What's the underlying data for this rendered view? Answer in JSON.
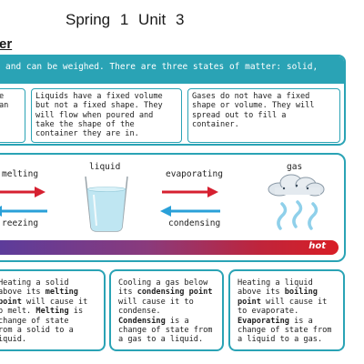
{
  "header": {
    "title": "Spring 1   Unit 3"
  },
  "section": {
    "title": "er"
  },
  "states_box": {
    "banner": "and can be weighed. There are three states of matter: solid,",
    "cells": {
      "solid": [
        "e",
        "an"
      ],
      "liquid": [
        "Liquids have a fixed volume",
        "but not a fixed shape. They",
        "will flow when poured and",
        "take the shape of the",
        "container they are in."
      ],
      "gas": [
        "Gases do not have a fixed",
        "shape or volume. They will",
        "spread out to fill a container."
      ]
    }
  },
  "diagram": {
    "labels": {
      "melting": "melting",
      "freezing": "reezing",
      "liquid": "liquid",
      "evaporating": "evaporating",
      "condensing": "condensing",
      "gas": "gas"
    },
    "hot_label": "hot",
    "colors": {
      "arrow_right": "#d62030",
      "arrow_left": "#2aa0d8",
      "accent": "#2aa3b5"
    }
  },
  "processes": {
    "melting": {
      "l1": "Heating a solid",
      "l2a": "above its ",
      "l2b": "melting",
      "l3a": "point",
      "l3b": " will cause it",
      "l4a": "o melt. ",
      "l4b": "Melting",
      "l4c": " is",
      "l5a": "",
      "l5b": "change of state",
      "l6": "rom a solid to a",
      "l7": "iquid."
    },
    "condensing": {
      "l1": "Cooling a gas below",
      "l2a": "its ",
      "l2b": "condensing point",
      "l3": "will cause it to",
      "l4": "condense.",
      "l5a": "Condensing",
      "l5b": " is a",
      "l6": "change of state from",
      "l7": "a gas to a liquid."
    },
    "boiling": {
      "l1": "Heating a liquid",
      "l2a": "above its ",
      "l2b": "boiling",
      "l3a": "point",
      "l3b": " will cause it",
      "l4": "to evaporate.",
      "l5a": "Evaporating",
      "l5b": " is a",
      "l6": "change of state from",
      "l7": "a liquid to a gas."
    }
  }
}
